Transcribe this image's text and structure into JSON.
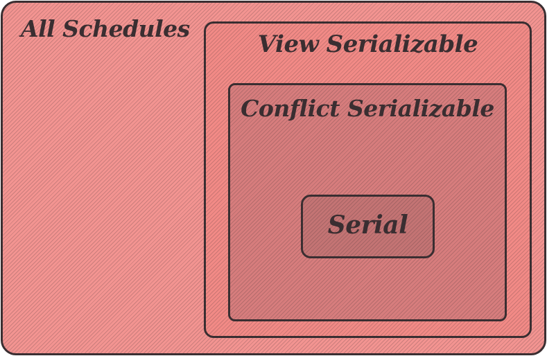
{
  "diagram": {
    "sets": {
      "all": {
        "label": "All Schedules",
        "fill": "#f39491"
      },
      "view": {
        "label": "View Serializable",
        "fill": "#f28a86"
      },
      "conflict": {
        "label": "Conflict Serializable",
        "fill": "#d77d7d"
      },
      "serial": {
        "label": "Serial",
        "fill": "#c47474"
      }
    },
    "border_color": "#3a2e31",
    "text_color": "#3a2e31"
  }
}
